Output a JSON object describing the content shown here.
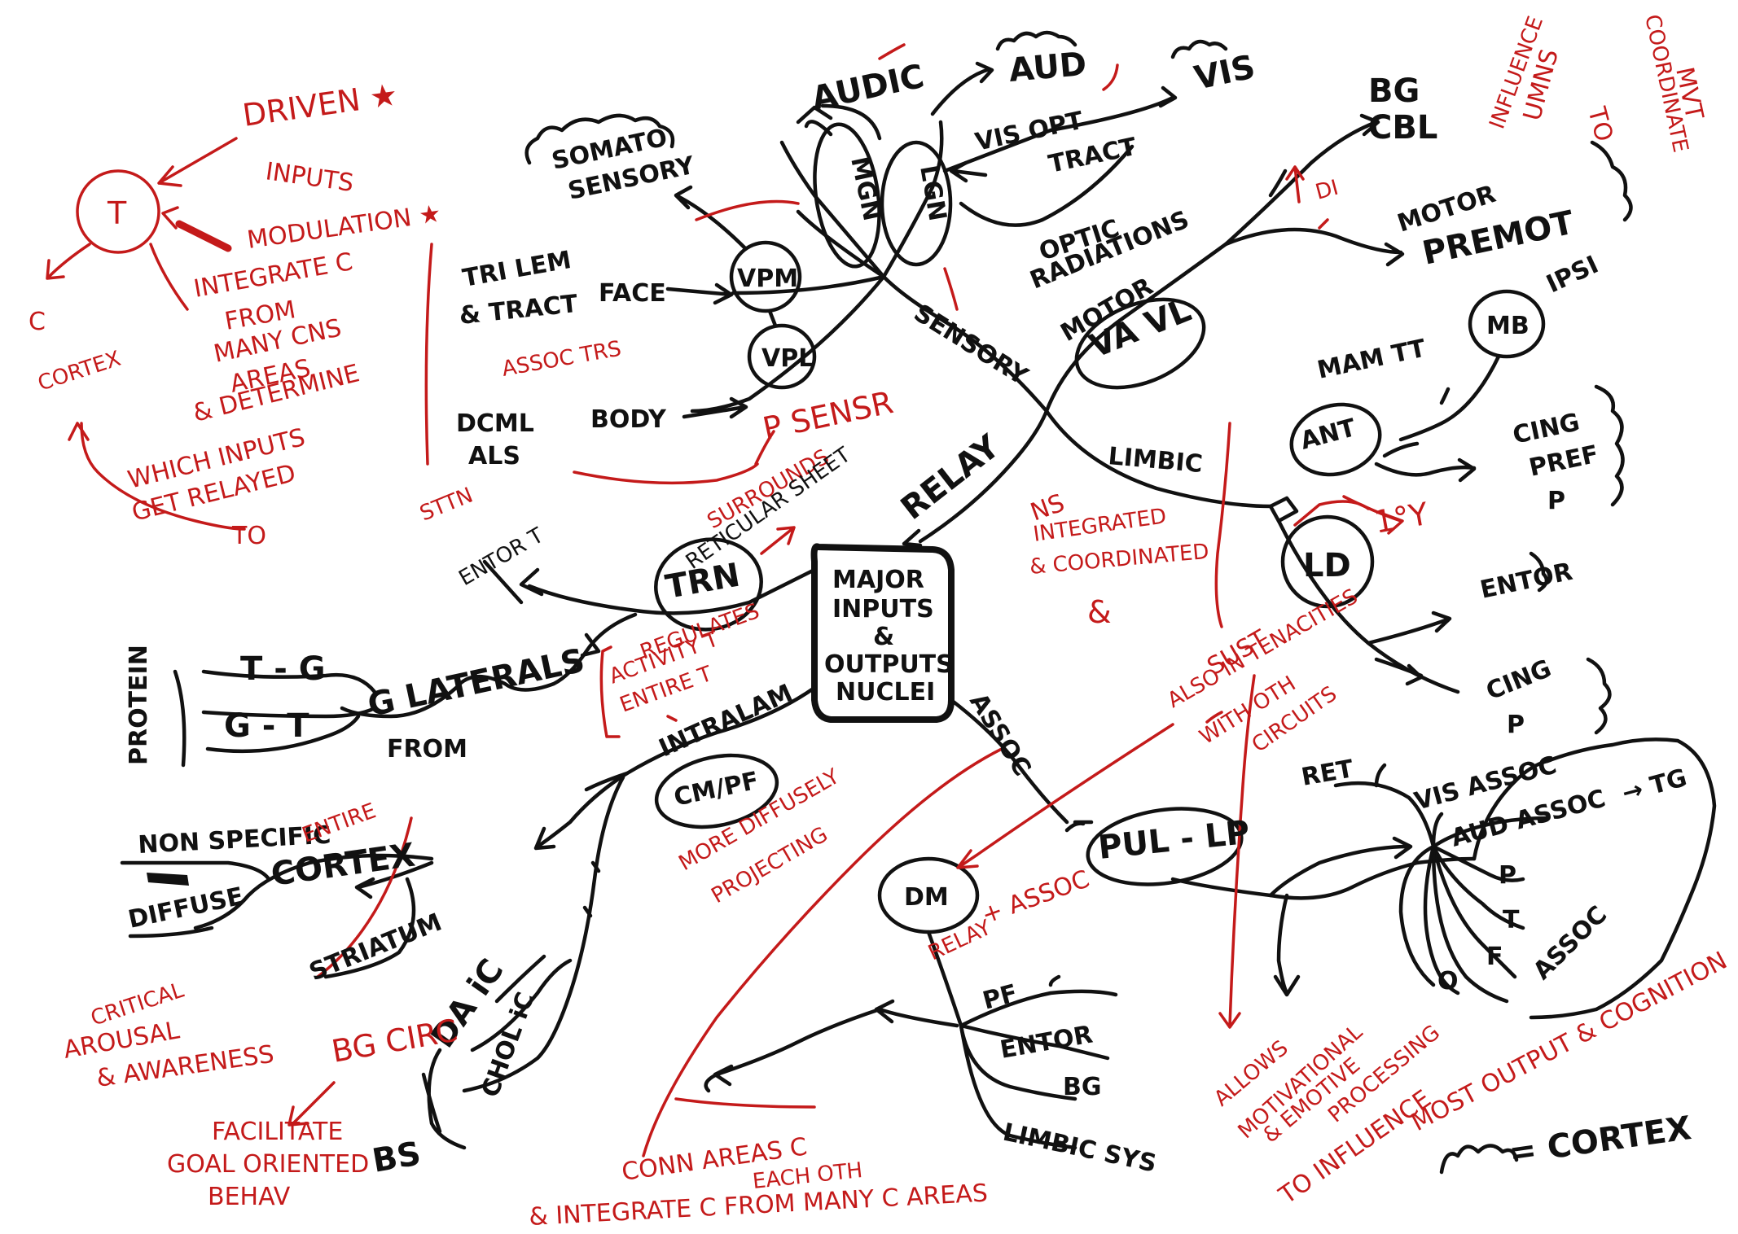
{
  "center": {
    "l1": "MAJOR",
    "l2": "INPUTS",
    "l3": "&",
    "l4": "OUTPUTS",
    "l5": "NUCLEI"
  },
  "branches": {
    "relay": "RELAY",
    "sensory": "SENSORY",
    "motor": "MOTOR",
    "limbic": "LIMBIC",
    "assoc": "ASSOC",
    "intralam": "INTRALAM",
    "reticular": "RETICULAR SHEET"
  },
  "nuclei": {
    "vpm": "VPM",
    "vpl": "VPL",
    "mgn": "MGN",
    "lgn": "LGN",
    "vavl": "VA VL",
    "ant": "ANT",
    "ld": "LD",
    "mb": "MB",
    "trn": "TRN",
    "cmpf": "CM/PF",
    "dm": "DM",
    "pul": "PUL - LP"
  },
  "sensory": {
    "somato1": "SOMATO",
    "somato2": "SENSORY",
    "audic": "AUDIC",
    "aud": "AUD",
    "vis": "VIS",
    "visopt1": "VIS OPT",
    "visopt2": "TRACT",
    "optrad1": "OPTIC",
    "optrad2": "RADIATIONS",
    "trigem1": "TRI LEM",
    "trigem2": "& TRACT",
    "face": "FACE",
    "dcml": "DCML",
    "als": "ALS",
    "body": "BODY"
  },
  "motor": {
    "bgcbl1": "BG",
    "bgcbl2": "CBL",
    "motor1": "MOTOR",
    "premot": "PREMOT",
    "ipsi": "IPSI",
    "mamtt": "MAM TT"
  },
  "limbic": {
    "cing1": "CING",
    "pref": "PREF",
    "p1": "P",
    "entor1": "ENTOR",
    "cing2": "CING",
    "p2": "P"
  },
  "assoc_right": {
    "ret": "RET",
    "visassoc": "VIS ASSOC",
    "audassoc": "AUD ASSOC",
    "tg": "→ TG",
    "p": "P",
    "t": "T",
    "f": "F",
    "o": "O",
    "assoc": "ASSOC"
  },
  "assoc_dm": {
    "pf": "PF",
    "entor": "ENTOR",
    "bg": "BG",
    "limbic": "LIMBIC SYS"
  },
  "left": {
    "entor": "ENTOR T",
    "protein": "PROTEIN",
    "tg": "T - G",
    "gt": "G - T",
    "glat": "G LATERALS",
    "from": "FROM"
  },
  "intralam_left": {
    "nonspec": "NON SPECIFIC",
    "cortex": "CORTEX",
    "diffuse": "DIFFUSE",
    "striatum": "STRIATUM",
    "daic": "DA iC",
    "cholic": "CHOL iC",
    "bs": "BS"
  },
  "legend": {
    "wave": "= CORTEX"
  },
  "notes_red": {
    "driven": "DRIVEN ★",
    "inputs": "INPUTS",
    "modulation": "MODULATION ★",
    "t": "T",
    "c": "C",
    "cortex": "CORTEX",
    "integ1": "INTEGRATE C",
    "integ2": "FROM",
    "integ3": "MANY CNS",
    "integ4": "AREAS",
    "integ5": "& DETERMINE",
    "integ6": "WHICH INPUTS",
    "integ7": "GET RELAYED",
    "integ8": "TO",
    "assoctry": "ASSOC TRS",
    "psensr": "P SENSR",
    "sttn": "STTN",
    "surrounds": "SURROUNDS",
    "regul1": "REGULATES",
    "regul2": "ACTIVITY T",
    "regul3": "ENTIRE T",
    "nonsp1": "ENTIRE",
    "ns1": "NS",
    "ns2": "INTEGRATED",
    "ns3": "& COORDINATED",
    "amp": "&",
    "oy": "1°Y",
    "infl1": "INFLUENCE",
    "infl2": "UMNS",
    "infl3": "TO",
    "infl4": "COORDINATE",
    "infl5": "MVT",
    "di": "DI",
    "sust1": "SUST",
    "sust2": "ALSO IN TENACITIES",
    "sust3": "WITH OTH",
    "sust4": "CIRCUITS",
    "more1": "MORE DIFFUSELY",
    "more2": "PROJECTING",
    "crit1": "CRITICAL",
    "crit2": "AROUSAL",
    "crit3": "& AWARENESS",
    "bgcirc": "BG CIRC",
    "fac1": "FACILITATE",
    "fac2": "GOAL ORIENTED",
    "fac3": "BEHAV",
    "relassoc1": "RELAY",
    "relassoc2": "+ ASSOC",
    "conn1": "CONN AREAS C",
    "conn2": "EACH OTH",
    "conn3": "& INTEGRATE C FROM MANY C AREAS",
    "allows1": "ALLOWS",
    "allows2": "MOTIVATIONAL",
    "allows3": "& EMOTIVE",
    "allows4": "PROCESSING",
    "allows5": "TO INFLUENCE",
    "most": "MOST OUTPUT & COGNITION"
  }
}
